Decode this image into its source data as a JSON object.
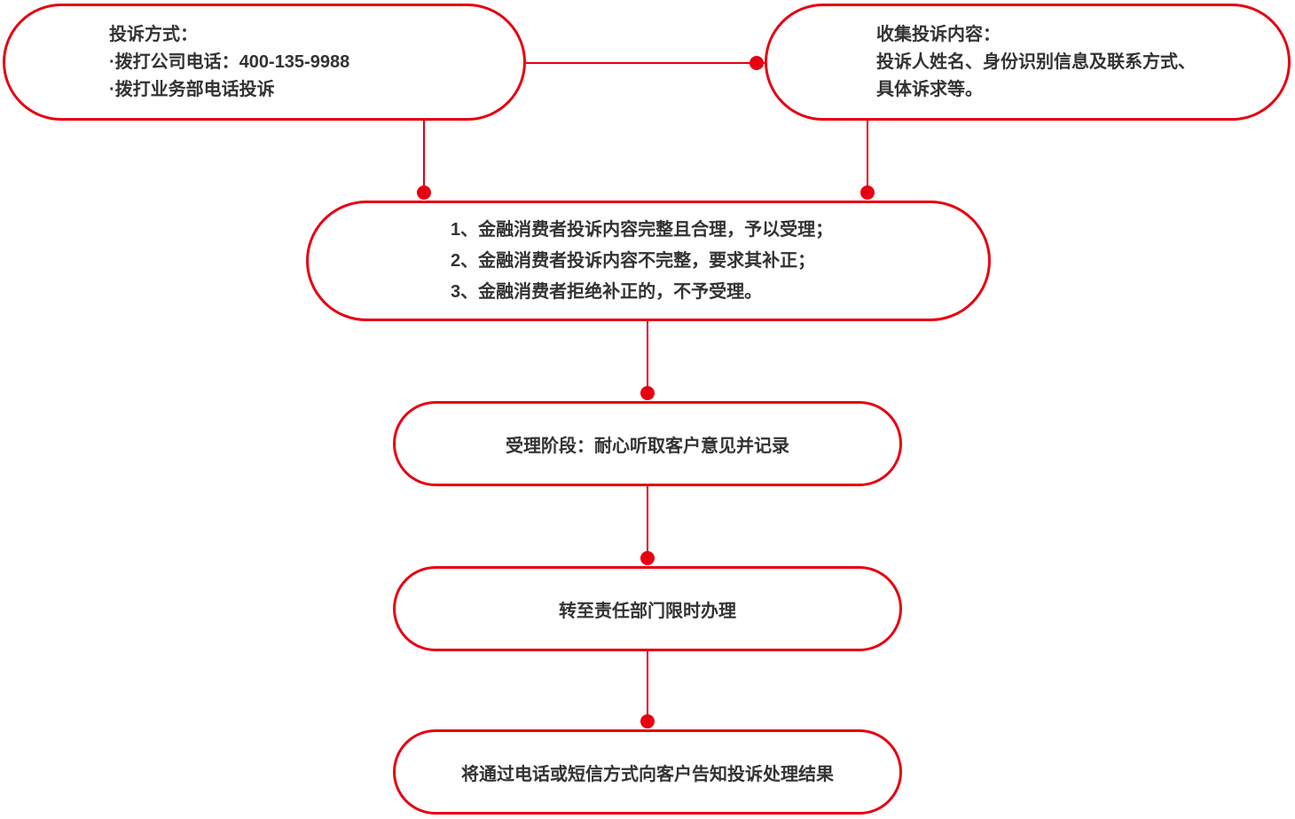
{
  "colors": {
    "accent": "#e60012",
    "text": "#333333",
    "background": "#ffffff"
  },
  "flowchart": {
    "nodes": [
      {
        "id": "complaint-methods",
        "lines": [
          "投诉方式：",
          "·拨打公司电话：400-135-9988",
          "·拨打业务部电话投诉"
        ]
      },
      {
        "id": "collect-content",
        "lines": [
          "收集投诉内容：",
          "投诉人姓名、身份识别信息及联系方式、",
          "具体诉求等。"
        ]
      },
      {
        "id": "acceptance-rules",
        "lines": [
          "1、金融消费者投诉内容完整且合理，予以受理；",
          "2、金融消费者投诉内容不完整，要求其补正；",
          "3、金融消费者拒绝补正的，不予受理。"
        ]
      },
      {
        "id": "acceptance-stage",
        "lines": [
          "受理阶段：耐心听取客户意见并记录"
        ]
      },
      {
        "id": "transfer-department",
        "lines": [
          "转至责任部门限时办理"
        ]
      },
      {
        "id": "notify-result",
        "lines": [
          "将通过电话或短信方式向客户告知投诉处理结果"
        ]
      }
    ]
  }
}
